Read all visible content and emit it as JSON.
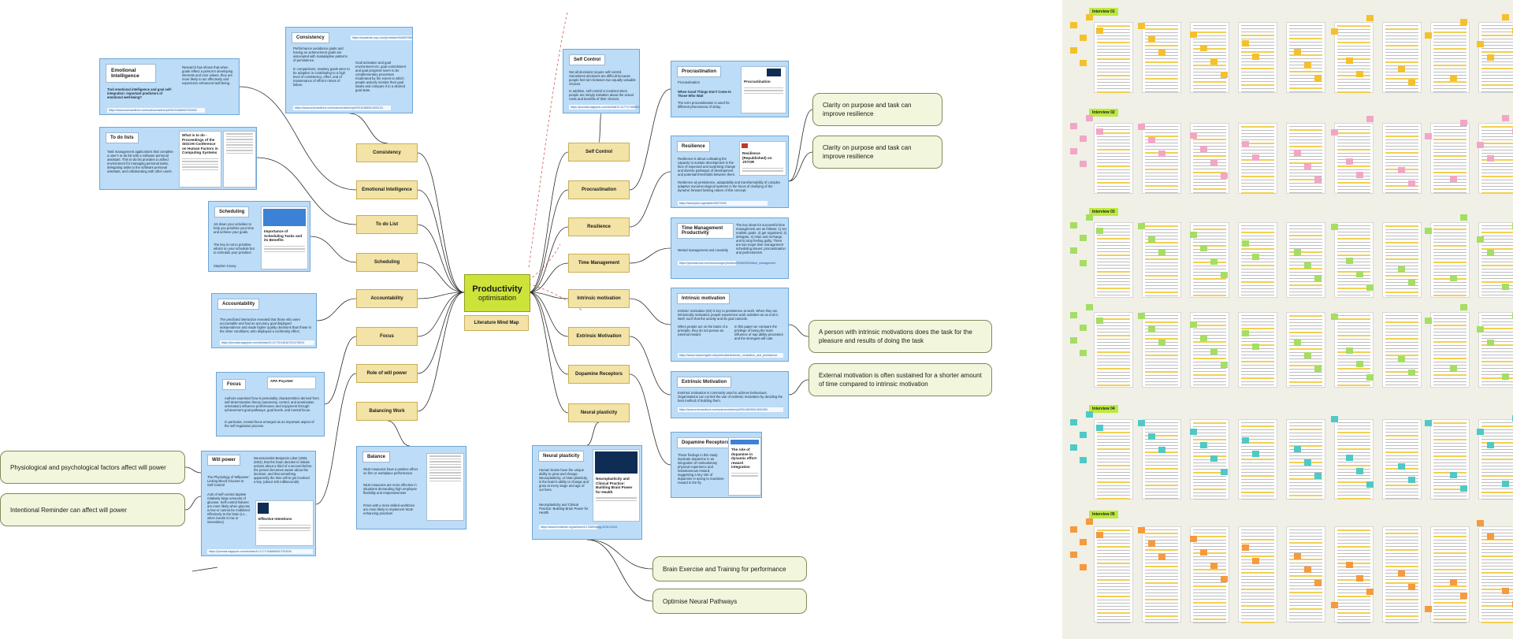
{
  "mindmap": {
    "center": {
      "title": "Productivity",
      "subtitle": "optimisation"
    },
    "side_label": "Literature Mind Map",
    "left_topics": [
      "Consistency",
      "Emotional Intelligence",
      "To do List",
      "Scheduling",
      "Accountability",
      "Focus",
      "Role of will power",
      "Balancing Work"
    ],
    "right_topics": [
      "Self Control",
      "Procrastination",
      "Resilience",
      "Time Management",
      "Intrinsic motivation",
      "Extrinsic Motivation",
      "Dopamine Receptors",
      "Neural plasticity"
    ]
  },
  "cards": {
    "consistency": {
      "title": "Consistency",
      "link": "https://academic.oup.com/jcr/article/49/4/607/6533585",
      "text_a": "Performance avoidance goals and having an achievement goals are associated with maladaptive patterns of persistence.",
      "text_b": "In comparisons, mastery goals were to be adaptive in contributing to a high level of consistency, effort, and of maintenance of effort in times of failure.",
      "text_c": "Goal activation and goal environment etc. goal commitment and goal progress seem to be complementary processes moderated by the extent to which people actively monitor their goal states and compare it to a desired goal state.",
      "link2": "https://www.sciencedirect.com/science/article/pii/S0191886913000123"
    },
    "emotional": {
      "title": "Emotional Intelligence",
      "text_a": "Trait emotional intelligence and goal self-integration: important predictors of emotional well-being?",
      "text_b": "Research has shown that when goals reflect a person's developing interests and core values, they are more likely to act effectively and experience enhanced well-being.",
      "link": "https://www.sciencedirect.com/science/article/pii/S0191886907002632"
    },
    "todo": {
      "title": "To do lists",
      "text_a": "Task management applications that complete a user's to-do list with a software personal assistant. This to-do list provides a unified environment for managing personal tasks, delegating tasks to the software personal assistant, and collaborating with other users.",
      "thumb_a": "What is to do - Proceedings of the SIGCHI Conference on Human Factors in Computing Systems"
    },
    "scheduling": {
      "title": "Scheduling",
      "text_a": "Jot down your activities to help you prioritise your time and achieve your goals.",
      "quote": "The key is not to prioritise what's on your schedule but to schedule your priorities",
      "author": "Stephen Covey",
      "thumb_title": "Importance of Scheduling Tasks and its Benefits"
    },
    "accountability": {
      "title": "Accountability",
      "text_a": "The predicted interaction revealed that those who were accountable and had an accuracy goal displayed independence and made higher quality decisions than those in the other conditions, who displayed a conformity effect.",
      "link": "https://journals.sagepub.com/doi/abs/10.1177/0146167201278010"
    },
    "focus": {
      "title": "Focus",
      "source": "APA PsycNet",
      "text_a": "Authors examined how 5 personality characteristics derived from self-determination theory (autonomy, control, and amotivation orientation) influence performance and enjoyment through achievement goal pathways, goal levels, and mental focus.",
      "text_b": "In particular, mental focus emerged as an important aspect of the self-regulation process."
    },
    "willpower": {
      "title": "Will power",
      "text_a": "Neuroscientist Benjamin Libet (1983, 2004), that the brain decides to initiate actions about a third of a second before the person becomes aware about the decision; and that something apparently the time will to get involved a key. (about 100 milliseconds)",
      "text_b": "The Physiology of Willpower: Linking Blood Glucose to Self-Control",
      "text_c": "Acts of self-control deplete relatively large amounts of glucose. Self-control failures are more likely when glucose is low or cannot be mobilized effectively to the brain (i.e., when insulin is low or insensitive).",
      "thumb_title": "Effective Intentions",
      "link": "https://journals.sagepub.com/doi/abs/10.1177/1088868307303030"
    },
    "balance": {
      "title": "Balance",
      "text_a": "WLB measures have a positive effect on firm or workplace performance",
      "text_b": "WLB measures are more effective in situations demanding high employee flexibility and responsiveness",
      "text_c": "Firms with a more skilled workforce are more likely to implement WLB-enhancing practices"
    },
    "selfcontrol": {
      "title": "Self Control",
      "text_a": "Not all decisions require self-control. Sometimes decisions are difficult because people feel torn between two equally valuable choices.",
      "text_b": "In addition, self-control is involved when people are simply mistaken about the actual costs and benefits of their choices.",
      "link": "https://journals.sagepub.com/doi/full/10.1177/1745691620904776"
    },
    "procrastination": {
      "title": "Procrastination",
      "sub": "Procrastination",
      "text_a": "When Good Things Don't Come to Those Who Wait",
      "text_b": "The term procrastination is used for different phenomena of delay.",
      "thumb_title": "Procrastination"
    },
    "resilience": {
      "title": "Resilience",
      "text_a": "Resilience is about cultivating the capacity to sustain development in the face of expected and surprising change and diverse pathways of development and potential thresholds between them.",
      "text_b": "Resilience as persistence, adaptability and transformability of complex adaptive social-ecological systems is the focus of clarifying of the dynamic forward looking nature of this concept.",
      "thumb_title": "Resilience (Republished) on JSTOR",
      "link": "https://www.jstor.org/stable/26270403"
    },
    "timemgmt": {
      "title": "Time Management Productivity",
      "text_a": "Mental management and creativity",
      "text_b": "The key ideas for successful time management are as follows: 1) set realistic goals, 2) get organised, 3) delegate, 4) relax and recharge, and 5) stop feeling guilty. There are two major time management scheduling issues: procrastination and perfectionism.",
      "link": "https://journals.lww.com/neurosurgery/fulltext/2008/09000/time_management"
    },
    "intrinsic": {
      "title": "Intrinsic motivation",
      "text_a": "Intrinsic motivation (IM) is key to persistence at work. When they are intrinsically motivated, people experience work activities as an end in itself, such that the activity and its goal coincide.",
      "text_b": "When people act on the basis of a principle, they do not pursue an external reward.",
      "text_c": "In this paper we compare the privilege of being the main influence of nap ability processes and the strongest will cats.",
      "link": "https://www.researchgate.net/publication/intrinsic_motivation_and_persistence"
    },
    "extrinsic": {
      "title": "Extrinsic Motivation",
      "text_a": "Extrinsic motivation is commonly used to achieve behaviours. Organisations can control the use of extrinsic motivation by deciding the best method of building them.",
      "link": "https://www.sciencedirect.com/science/article/pii/S0148296314001593"
    },
    "dopamine": {
      "title": "Dopamine Receptors",
      "text_a": "These findings in this study implicate dopamine in an integration of motivationary physical experience and instantaneous reward, suggesting a key role of dopamine in acting to maximise reward in the fly.",
      "thumb_title": "The role of dopamine in dynamic effort-reward integration"
    },
    "neural": {
      "title": "Neural plasticity",
      "text_a": "Human brains have the unique ability to grow and change. Neuroplasticity, or brain plasticity, is the brain's ability to change and grow at every stage and age of our lives.",
      "text_b": "Neuroplasticity and Clinical Practice: Building Brain Power for Health",
      "thumb_title": "Neuroplasticity and Clinical Practice: Building Brain Power for Health",
      "link": "https://www.frontiersin.org/articles/10.3389/fpsyg.2016.01118"
    }
  },
  "insights": {
    "resilience_1": "Clarity on purpose and task can improve resilience",
    "resilience_2": "Clarity on purpose and task can improve resilience",
    "intrinsic": "A person with intrinsic motivations does the task for the pleasure and results of doing the task",
    "extrinsic": "External motivation is often sustained for a shorter amount of time compared to intrinsic motivation",
    "willpower_1": "Physiological and psychological factors affect will power",
    "willpower_2": "Intentional Reminder can affect will power",
    "neural_1": "Brain Exercise and Training for performance",
    "neural_2": "Optimise Neural Pathways"
  },
  "interviews": [
    "Interview 01",
    "Interview 02",
    "Interview 03",
    "Interview 04",
    "Interview 05"
  ],
  "colors": {
    "center": "#cde33a",
    "topic": "#f3e3a6",
    "card": "#bcdcf7",
    "insight": "#f2f6dc",
    "board": "#f0f0e7",
    "sticky_yellow": "#f4c12d",
    "sticky_pink": "#f2a6c6",
    "sticky_green": "#a6dd63",
    "sticky_teal": "#4fc9c6",
    "sticky_orange": "#f59a3d"
  }
}
